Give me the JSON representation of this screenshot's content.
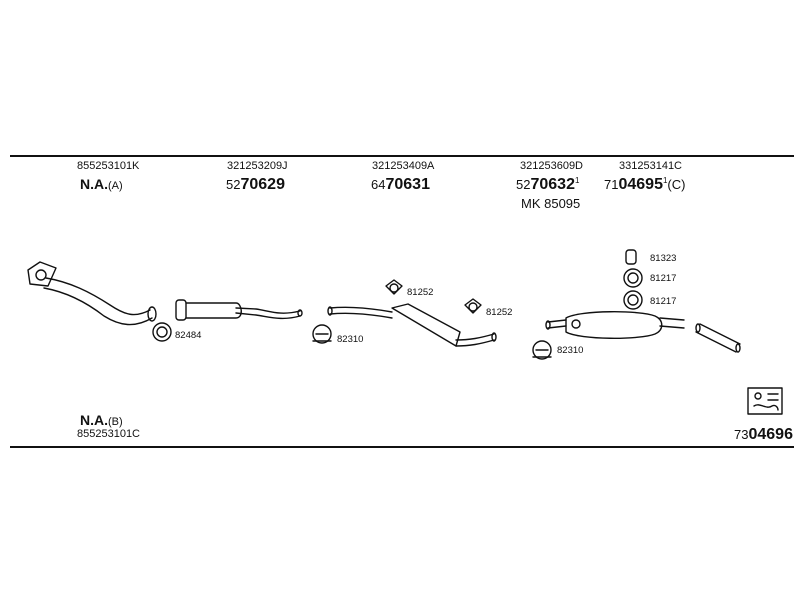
{
  "top_row": {
    "col1": {
      "oem": "855253101K",
      "na": "N.A.",
      "variant": "(A)"
    },
    "col2": {
      "oem": "321253209J",
      "prefix": "52",
      "code": "70629"
    },
    "col3": {
      "oem": "321253409A",
      "prefix": "64",
      "code": "70631"
    },
    "col4": {
      "oem": "321253609D",
      "prefix": "52",
      "code": "70632",
      "sup": "1",
      "kit": "MK 85095"
    },
    "col5": {
      "oem": "331253141C",
      "prefix": "71",
      "code": "04695",
      "sup": "1",
      "variant": "(C)"
    }
  },
  "parts": {
    "p82484": "82484",
    "p82310a": "82310",
    "p81252a": "81252",
    "p81252b": "81252",
    "p82310b": "82310",
    "p81323": "81323",
    "p81217a": "81217",
    "p81217b": "81217"
  },
  "bottom": {
    "na": "N.A.",
    "variant": "(B)",
    "oem": "855253101C",
    "ref_prefix": "73",
    "ref_code": "04696"
  }
}
